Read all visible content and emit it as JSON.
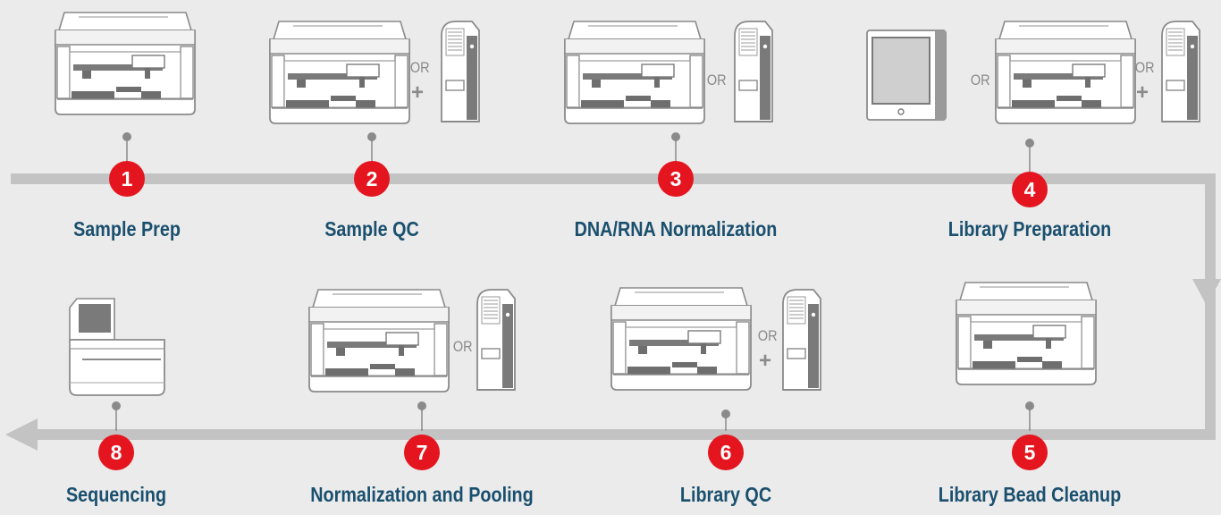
{
  "colors": {
    "background": "#ebebeb",
    "track": "#c3c3c3",
    "badge": "#e4151f",
    "label": "#1a4f6e",
    "instrument_body": "#ffffff",
    "instrument_stroke": "#8a8a8a",
    "instrument_dark": "#707070"
  },
  "or_label": "OR",
  "plus_label": "+",
  "steps": [
    {
      "number": "1",
      "label": "Sample Prep",
      "instruments": [
        "liquid-handler-icon"
      ]
    },
    {
      "number": "2",
      "label": "Sample QC",
      "instruments": [
        "liquid-handler-icon",
        "analyzer-tower-icon"
      ]
    },
    {
      "number": "3",
      "label": "DNA/RNA Normalization",
      "instruments": [
        "liquid-handler-icon",
        "analyzer-tower-icon"
      ]
    },
    {
      "number": "4",
      "label": "Library Preparation",
      "instruments": [
        "monitor-icon",
        "liquid-handler-icon",
        "analyzer-tower-icon"
      ]
    },
    {
      "number": "5",
      "label": "Library Bead Cleanup",
      "instruments": [
        "liquid-handler-icon"
      ]
    },
    {
      "number": "6",
      "label": "Library QC",
      "instruments": [
        "liquid-handler-icon",
        "analyzer-tower-icon"
      ]
    },
    {
      "number": "7",
      "label": "Normalization and Pooling",
      "instruments": [
        "liquid-handler-icon",
        "analyzer-tower-icon"
      ]
    },
    {
      "number": "8",
      "label": "Sequencing",
      "instruments": [
        "sequencer-icon"
      ]
    }
  ]
}
